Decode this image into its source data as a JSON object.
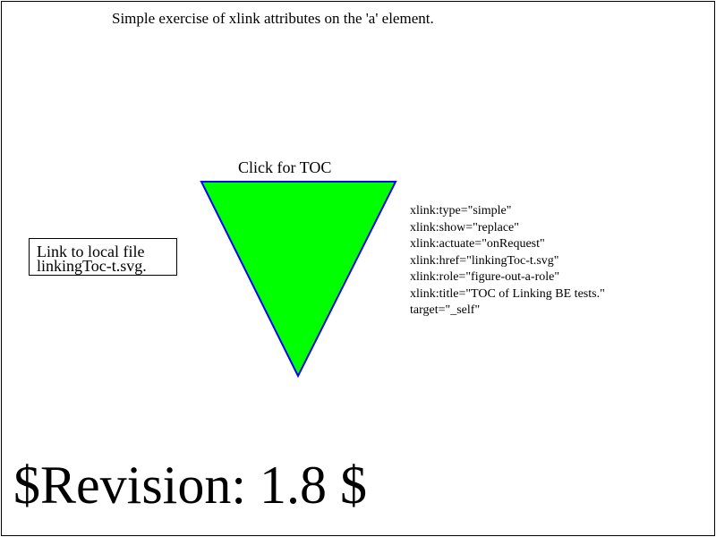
{
  "page": {
    "heading": "Simple exercise of xlink attributes on the 'a' element.",
    "revision": "$Revision: 1.8 $"
  },
  "toc_link": {
    "label": "Click for TOC",
    "shape": "inverted-triangle",
    "fill_color": "#00ff00",
    "stroke_color": "#0000ff"
  },
  "local_link": {
    "lines": [
      "Link to local file",
      "linkingToc-t.svg."
    ]
  },
  "attributes": [
    "xlink:type=\"simple\"",
    "xlink:show=\"replace\"",
    "xlink:actuate=\"onRequest\"",
    "xlink:href=\"linkingToc-t.svg\"",
    "xlink:role=\"figure-out-a-role\"",
    "xlink:title=\"TOC of Linking BE tests.\"",
    "target=\"_self\""
  ]
}
